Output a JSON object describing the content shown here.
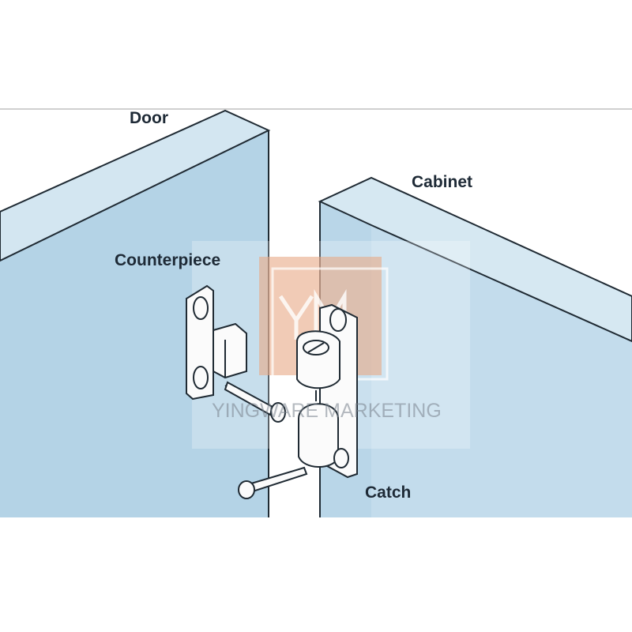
{
  "labels": {
    "door": "Door",
    "cabinet": "Cabinet",
    "counterpiece": "Counterpiece",
    "catch": "Catch"
  },
  "watermark": {
    "logo": "YM",
    "text": "YINGWARE MARKETING"
  },
  "colors": {
    "panel": "#b4d3e6",
    "panel_top": "#d3e6f1",
    "line": "#1f2a33",
    "watermark_box": "#e8a886"
  }
}
